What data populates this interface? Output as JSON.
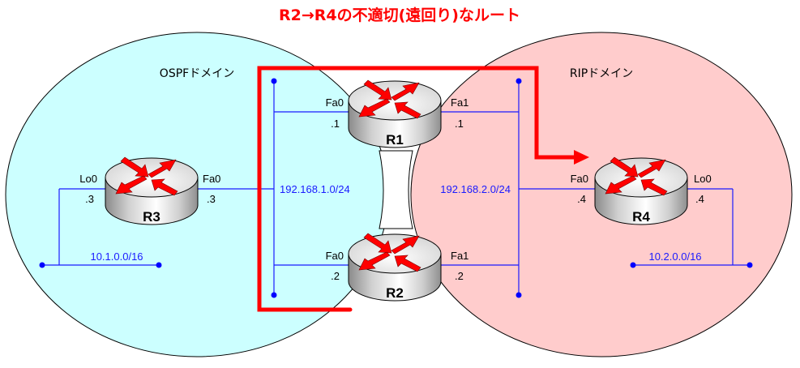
{
  "title": "R2→R4の不適切(遠回り)なルート",
  "colors": {
    "ospf_fill": "#ccffff",
    "rip_fill": "#ffcccc",
    "link": "#1a1aff",
    "route": "#ff0000",
    "router_arrow": "#ff0000"
  },
  "domains": {
    "ospf": {
      "label": "OSPFドメイン"
    },
    "rip": {
      "label": "RIPドメイン"
    }
  },
  "routers": {
    "r1": {
      "name": "R1",
      "if_left": "Fa0",
      "ip_left": ".1",
      "if_right": "Fa1",
      "ip_right": ".1"
    },
    "r2": {
      "name": "R2",
      "if_left": "Fa0",
      "ip_left": ".2",
      "if_right": "Fa1",
      "ip_right": ".2"
    },
    "r3": {
      "name": "R3",
      "if_left": "Lo0",
      "ip_left": ".3",
      "if_right": "Fa0",
      "ip_right": ".3"
    },
    "r4": {
      "name": "R4",
      "if_left": "Fa0",
      "ip_left": ".4",
      "if_right": "Lo0",
      "ip_right": ".4"
    }
  },
  "networks": {
    "net1": "192.168.1.0/24",
    "net2": "192.168.2.0/24",
    "lo_r3": "10.1.0.0/16",
    "lo_r4": "10.2.0.0/16"
  },
  "icons": {
    "router": "router-icon",
    "route_arrow": "arrow-right-icon"
  }
}
